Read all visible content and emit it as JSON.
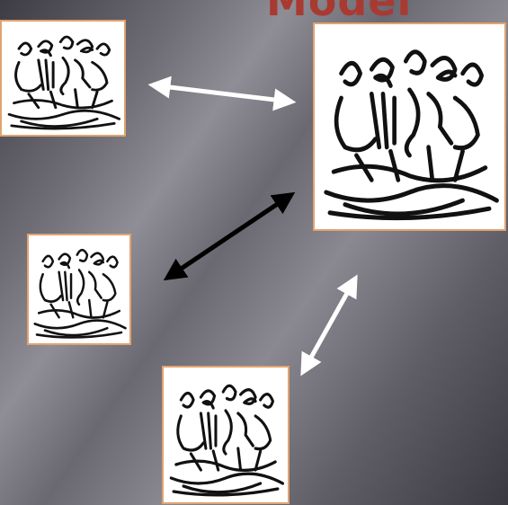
{
  "slide": {
    "title": "Model",
    "frame_border_color": "#e0a36f",
    "title_color": "#a83a32"
  },
  "images": [
    {
      "id": "top-left",
      "icon": "children-reading-drawing"
    },
    {
      "id": "center-main",
      "icon": "children-reading-drawing"
    },
    {
      "id": "middle-left",
      "icon": "children-reading-drawing"
    },
    {
      "id": "bottom",
      "icon": "children-reading-drawing"
    }
  ],
  "arrows": [
    {
      "from": "top-left",
      "to": "center-main",
      "color": "#ffffff"
    },
    {
      "from": "middle-left",
      "to": "center-main",
      "color": "#000000"
    },
    {
      "from": "bottom",
      "to": "center-main",
      "color": "#ffffff"
    }
  ]
}
